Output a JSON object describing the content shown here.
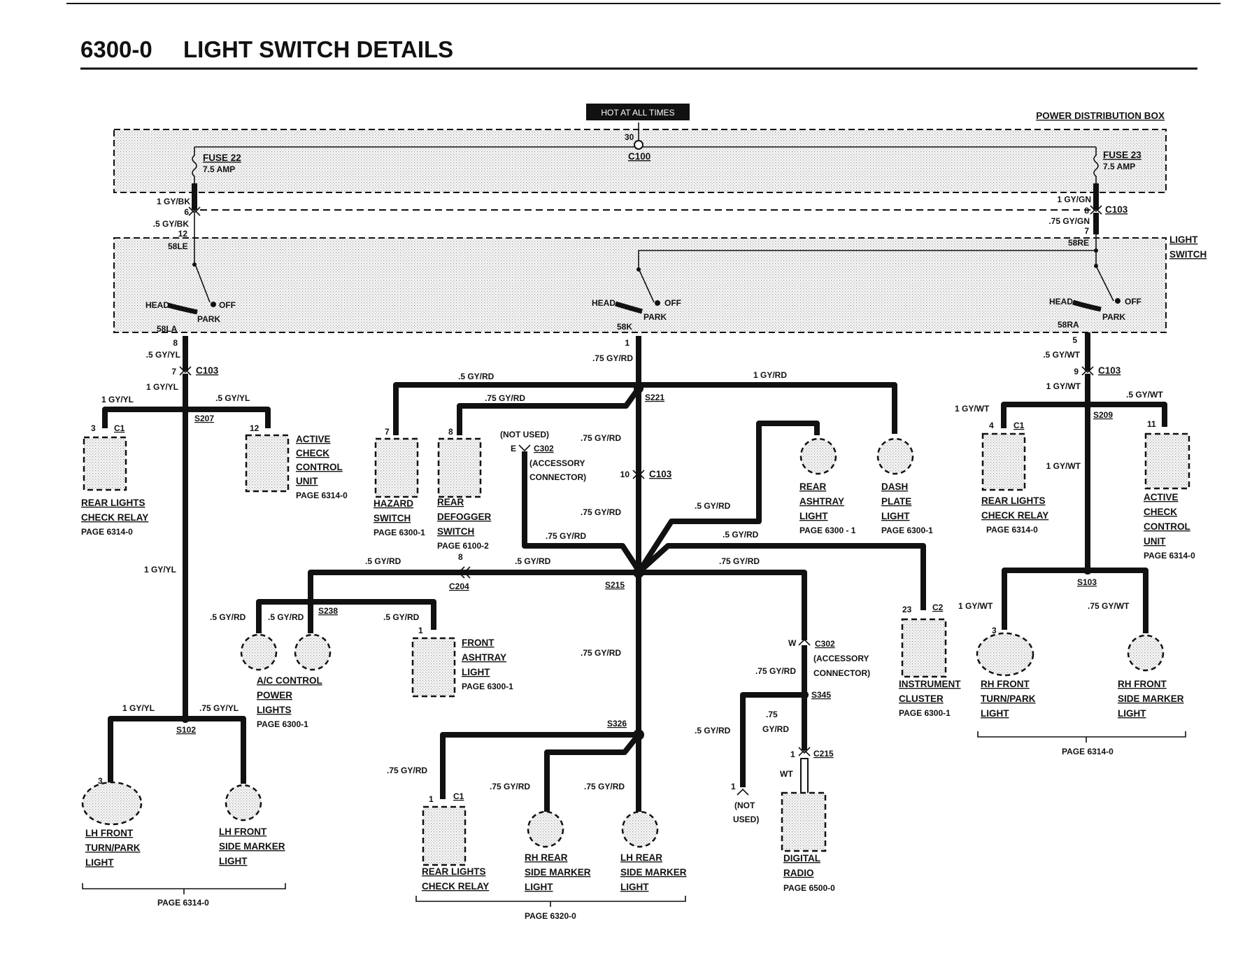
{
  "header": {
    "code": "6300-0",
    "title": "LIGHT SWITCH DETAILS"
  },
  "labels": {
    "hot": "HOT AT ALL TIMES",
    "pdb": "POWER DISTRIBUTION BOX",
    "light_switch_1": "LIGHT",
    "light_switch_2": "SWITCH",
    "c100_pin": "30",
    "c100": "C100",
    "fuse22": "FUSE 22",
    "fuse22_amp": "7.5 AMP",
    "fuse23": "FUSE 23",
    "fuse23_amp": "7.5 AMP",
    "head": "HEAD",
    "off": "OFF",
    "park": "PARK",
    "t58le": "58LE",
    "t58la": "58LA",
    "t58k": "58K",
    "t58re": "58RE",
    "t58ra": "58RA",
    "gybk1": "1 GY/BK",
    "gybk05": ".5 GY/BK",
    "pin6": "6",
    "pin12": "12",
    "gygn1": "1 GY/GN",
    "gygn075": ".75 GY/GN",
    "pin8": "8",
    "pin7": "7",
    "c103": "C103",
    "gyyl05": ".5 GY/YL",
    "gyyl1": "1 GY/YL",
    "gyrd075": ".75 GY/RD",
    "gyrd05": ".5 GY/RD",
    "gyrd1": "1 GY/RD",
    "gywt05": ".5 GY/WT",
    "gywt05b": ".5 GY/WT",
    "gywt1": "1 GY/WT",
    "gywt075": ".75 GY/WT",
    "pin1": "1",
    "pin5": "5",
    "pin9": "9",
    "pin3": "3",
    "pin4": "4",
    "pin11": "11",
    "pin10": "10",
    "pin23": "23",
    "c1": "C1",
    "c2": "C2",
    "s207": "S207",
    "s221": "S221",
    "s209": "S209",
    "s215": "S215",
    "s238": "S238",
    "s102": "S102",
    "s326": "S326",
    "s345": "S345",
    "s103": "S103",
    "c204": "C204",
    "c215": "C215",
    "c302": "C302",
    "not_used": "(NOT USED)",
    "not_used_1": "(NOT",
    "not_used_2": "USED)",
    "pin_e": "E",
    "pin_w": "W",
    "accessory_1": "(ACCESSORY",
    "accessory_2": "CONNECTOR)",
    "wt": "WT",
    "gyrd075_split_1": ".75",
    "gyrd075_split_2": "GY/RD"
  },
  "components": {
    "rear_lights_relay_l": [
      "REAR LIGHTS",
      "CHECK RELAY",
      "PAGE 6314-0"
    ],
    "active_check_l": [
      "ACTIVE",
      "CHECK",
      "CONTROL",
      "UNIT",
      "PAGE 6314-0"
    ],
    "hazard": [
      "HAZARD",
      "SWITCH",
      "PAGE 6300-1"
    ],
    "rear_defogger": [
      "REAR",
      "DEFOGGER",
      "SWITCH",
      "PAGE 6100-2"
    ],
    "rear_ashtray": [
      "REAR",
      "ASHTRAY",
      "LIGHT",
      "PAGE 6300 - 1"
    ],
    "dash_plate": [
      "DASH",
      "PLATE",
      "LIGHT",
      "PAGE 6300-1"
    ],
    "rear_lights_relay_r": [
      "REAR LIGHTS",
      "CHECK RELAY",
      "PAGE 6314-0"
    ],
    "active_check_r": [
      "ACTIVE",
      "CHECK",
      "CONTROL",
      "UNIT",
      "PAGE 6314-0"
    ],
    "ac_control": [
      "A/C CONTROL",
      "POWER",
      "LIGHTS",
      "PAGE 6300-1"
    ],
    "front_ashtray": [
      "FRONT",
      "ASHTRAY",
      "LIGHT",
      "PAGE 6300-1"
    ],
    "instrument_cluster": [
      "INSTRUMENT",
      "CLUSTER",
      "PAGE 6300-1"
    ],
    "rh_front_turn": [
      "RH FRONT",
      "TURN/PARK",
      "LIGHT"
    ],
    "rh_front_side": [
      "RH FRONT",
      "SIDE MARKER",
      "LIGHT"
    ],
    "lh_front_turn": [
      "LH FRONT",
      "TURN/PARK",
      "LIGHT"
    ],
    "lh_front_side": [
      "LH FRONT",
      "SIDE MARKER",
      "LIGHT"
    ],
    "rear_lights_relay_b": [
      "REAR LIGHTS",
      "CHECK RELAY"
    ],
    "rh_rear_side": [
      "RH REAR",
      "SIDE MARKER",
      "LIGHT"
    ],
    "lh_rear_side": [
      "LH REAR",
      "SIDE MARKER",
      "LIGHT"
    ],
    "digital_radio": [
      "DIGITAL",
      "RADIO",
      "PAGE 6500-0"
    ]
  },
  "page_refs": {
    "lh_group": "PAGE 6314-0",
    "rear_group": "PAGE 6320-0",
    "rh_group": "PAGE 6314-0"
  }
}
